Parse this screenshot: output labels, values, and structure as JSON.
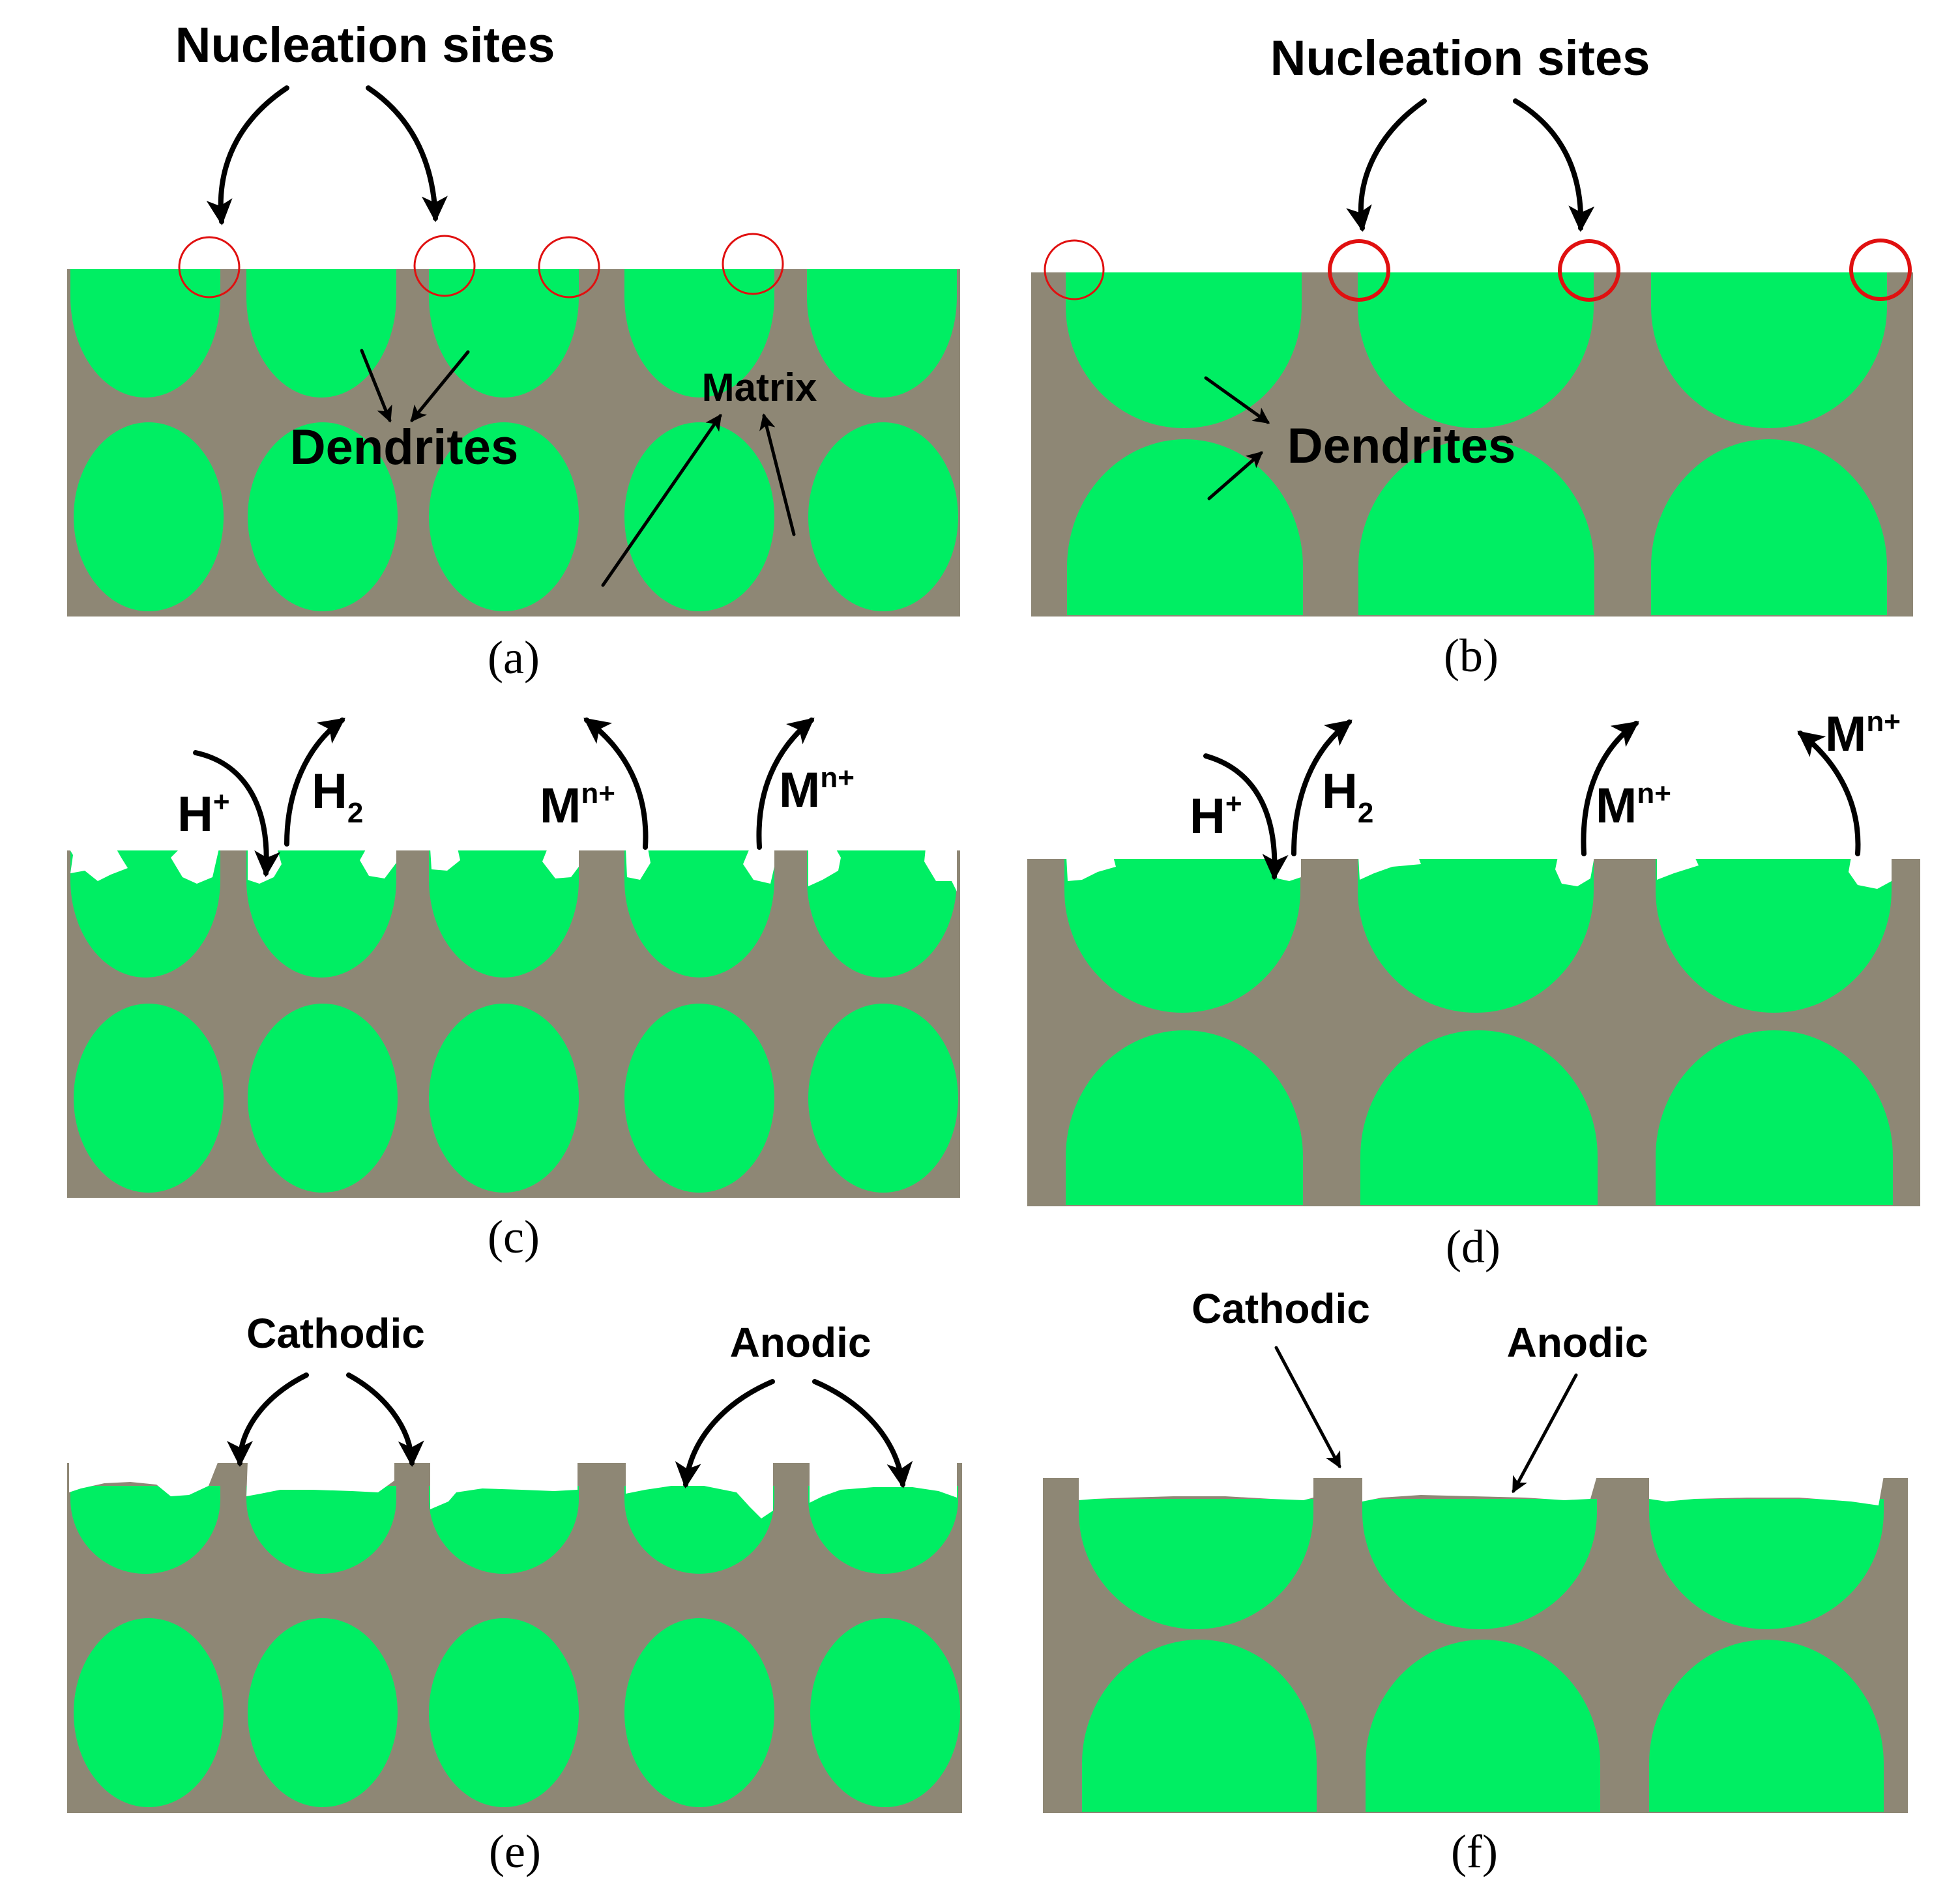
{
  "panels": [
    {
      "id": "a",
      "caption": "(a)",
      "labels": {
        "title": "Nucleation sites",
        "dendrites": "Dendrites",
        "matrix": "Matrix"
      }
    },
    {
      "id": "b",
      "caption": "(b)",
      "labels": {
        "title": "Nucleation sites",
        "dendrites": "Dendrites"
      }
    },
    {
      "id": "c",
      "caption": "(c)",
      "labels": {
        "h_plus": "H",
        "h_plus_sup": "+",
        "h2": "H",
        "h2_sub": "2",
        "m1": "M",
        "m1_sup": "n+",
        "m2": "M",
        "m2_sup": "n+"
      }
    },
    {
      "id": "d",
      "caption": "(d)",
      "labels": {
        "h_plus": "H",
        "h_plus_sup": "+",
        "h2": "H",
        "h2_sub": "2",
        "m1": "M",
        "m1_sup": "n+",
        "m2": "M",
        "m2_sup": "n+"
      }
    },
    {
      "id": "e",
      "caption": "(e)",
      "labels": {
        "cathodic": "Cathodic",
        "anodic": "Anodic"
      }
    },
    {
      "id": "f",
      "caption": "(f)",
      "labels": {
        "cathodic": "Cathodic",
        "anodic": "Anodic"
      }
    }
  ],
  "colors": {
    "matrix": "#8e8775",
    "dendrite": "#00ee63",
    "nucleation_marker": "#e01010",
    "pit": "#ffffff",
    "arrow": "#000000"
  }
}
